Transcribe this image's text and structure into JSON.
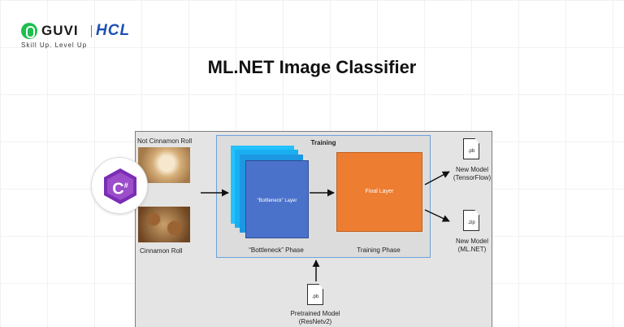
{
  "brand": {
    "guvi": "GUVI",
    "hcl": "HCL",
    "tagline": "Skill Up. Level Up"
  },
  "title": "ML.NET Image Classifier",
  "diagram": {
    "training_title": "Training",
    "input_top_label": "Not Cinnamon Roll",
    "input_bottom_label": "Cinnamon Roll",
    "bottleneck_layer": "“Bottleneck” Layer",
    "bottleneck_phase": "“Bottleneck” Phase",
    "final_layer": "Final Layer",
    "training_phase": "Training Phase",
    "output_tf_ext": ".pb",
    "output_tf_line1": "New Model",
    "output_tf_line2": "(TensorFlow)",
    "output_ml_ext": ".zip",
    "output_ml_line1": "New Model",
    "output_ml_line2": "(ML.NET)",
    "pretrained_ext": ".pb",
    "pretrained_line1": "Pretrained Model",
    "pretrained_line2": "(ResNetv2)"
  },
  "logo": {
    "csharp": "C",
    "csharp_suffix": "#"
  },
  "colors": {
    "guvi_green": "#1dbf4f",
    "hcl_blue": "#1d4fb4",
    "bottleneck_blue": "#4a72cb",
    "final_orange": "#ed7d31",
    "csharp_purple": "#7a2db5"
  }
}
